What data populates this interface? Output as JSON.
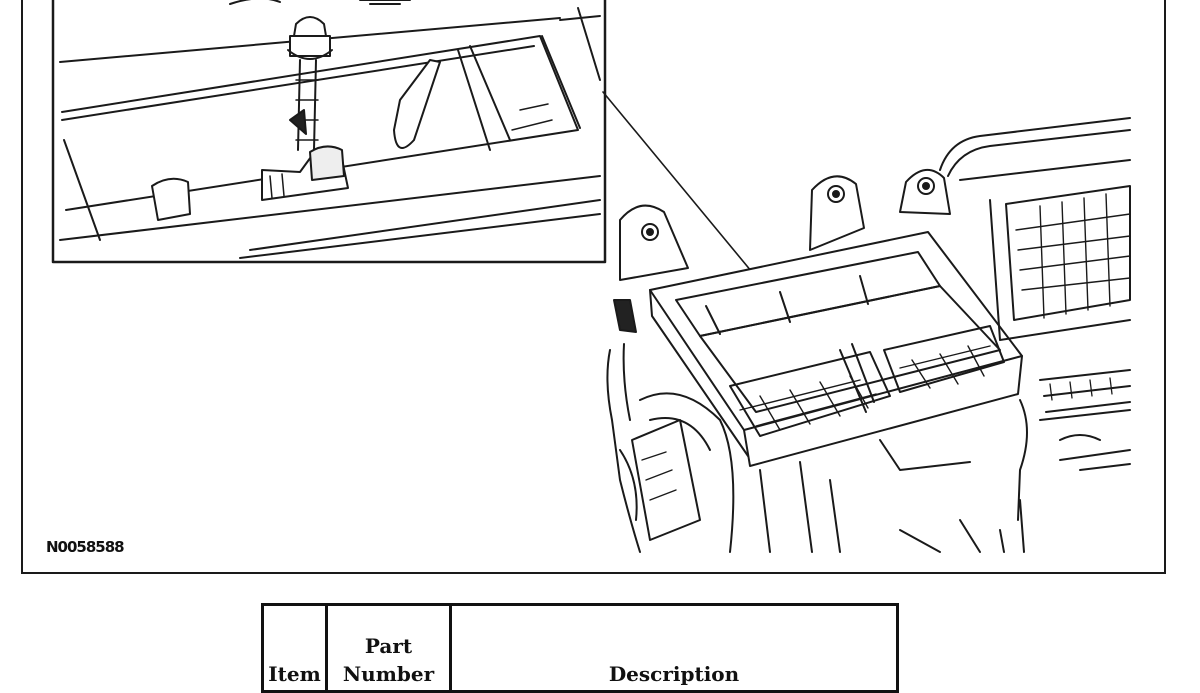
{
  "figure": {
    "id_label": "N0058588"
  },
  "table": {
    "headers": {
      "item": "Item",
      "part_number": "Part Number",
      "description": "Description"
    }
  }
}
